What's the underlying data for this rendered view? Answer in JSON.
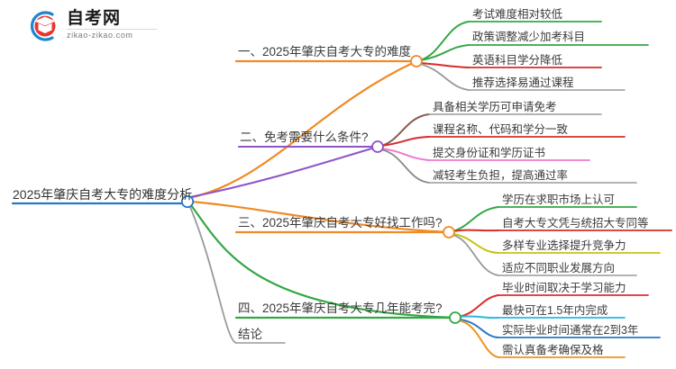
{
  "logo": {
    "brand": "自考网",
    "domain": "zikao-zikao.com",
    "mark_icon": "graduation-cap-icon"
  },
  "mindmap": {
    "root": {
      "label": "2025年肇庆自考大专的难度分析",
      "color": "#2878c8"
    },
    "branches": [
      {
        "label": "一、2025年肇庆自考大专的难度",
        "color": "#f08a24",
        "children": [
          {
            "label": "考试难度相对较低",
            "color": "#35a845"
          },
          {
            "label": "政策调整减少加考科目",
            "color": "#35a845"
          },
          {
            "label": "英语科目学分降低",
            "color": "#d92b2b"
          },
          {
            "label": "推荐选择易通过课程",
            "color": "#9a9a9a"
          }
        ]
      },
      {
        "label": "二、免考需要什么条件?",
        "color": "#8e54c8",
        "children": [
          {
            "label": "具备相关学历可申请免考",
            "color": "#8a5a4a"
          },
          {
            "label": "课程名称、代码和学分一致",
            "color": "#d92b2b"
          },
          {
            "label": "提交身份证和学历证书",
            "color": "#ef7ad0"
          },
          {
            "label": "减轻考生负担，提高通过率",
            "color": "#8a8a8a"
          }
        ]
      },
      {
        "label": "三、2025年肇庆自考大专好找工作吗?",
        "color": "#f08a24",
        "children": [
          {
            "label": "学历在求职市场上认可",
            "color": "#35a845"
          },
          {
            "label": "自考大专文凭与统招大专同等",
            "color": "#d92b2b"
          },
          {
            "label": "多样专业选择提升竞争力",
            "color": "#c9c215"
          },
          {
            "label": "适应不同职业发展方向",
            "color": "#9a9a9a"
          }
        ]
      },
      {
        "label": "四、2025年肇庆自考大专几年能考完?",
        "color": "#35a845",
        "children": [
          {
            "label": "毕业时间取决于学习能力",
            "color": "#e02b2b"
          },
          {
            "label": "最快可在1.5年内完成",
            "color": "#2ab8e0"
          },
          {
            "label": "实际毕业时间通常在2到3年",
            "color": "#2878c8"
          },
          {
            "label": "需认真备考确保及格",
            "color": "#f0921e"
          }
        ]
      },
      {
        "label": "结论",
        "color": "#9a9a9a",
        "children": []
      }
    ]
  }
}
